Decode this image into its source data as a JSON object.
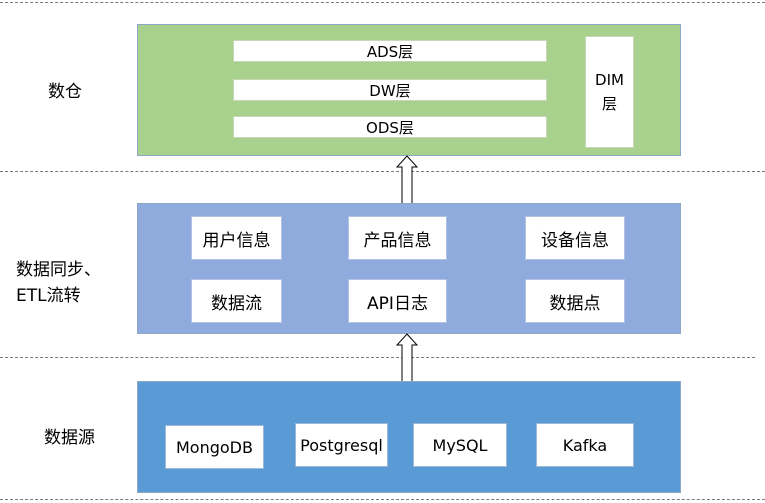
{
  "layers": {
    "warehouse": {
      "label": "数仓",
      "boxes": [
        "ADS层",
        "DW层",
        "ODS层"
      ],
      "dim_line1": "DIM",
      "dim_line2": "层",
      "fill": "#a9d18e"
    },
    "sync": {
      "label_line1": "数据同步、",
      "label_line2": "ETL流转",
      "row1": [
        "用户信息",
        "产品信息",
        "设备信息"
      ],
      "row2": [
        "数据流",
        "API日志",
        "数据点"
      ],
      "fill": "#8faadc"
    },
    "source": {
      "label": "数据源",
      "boxes": [
        "MongoDB",
        "Postgresql",
        "MySQL",
        "Kafka"
      ],
      "fill": "#5b9bd5"
    }
  }
}
